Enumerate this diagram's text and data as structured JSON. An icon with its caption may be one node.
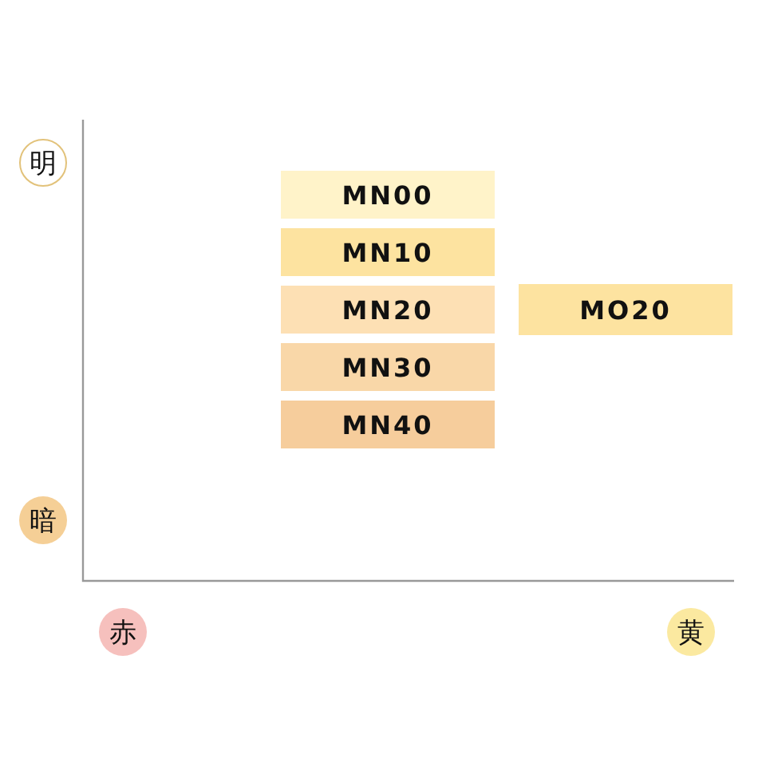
{
  "diagram": {
    "nodes": [
      {
        "text": [
          "明"
        ]
      },
      {
        "text": [
          "暗"
        ]
      },
      {
        "text": [
          "赤"
        ]
      },
      {
        "text": [
          "黄"
        ]
      },
      {
        "text": [
          "MN00"
        ]
      },
      {
        "text": [
          "MN10"
        ]
      },
      {
        "text": [
          "MN20"
        ]
      },
      {
        "text": [
          "MN30"
        ]
      },
      {
        "text": [
          "MN40"
        ]
      },
      {
        "text": [
          "MO20"
        ]
      }
    ]
  }
}
